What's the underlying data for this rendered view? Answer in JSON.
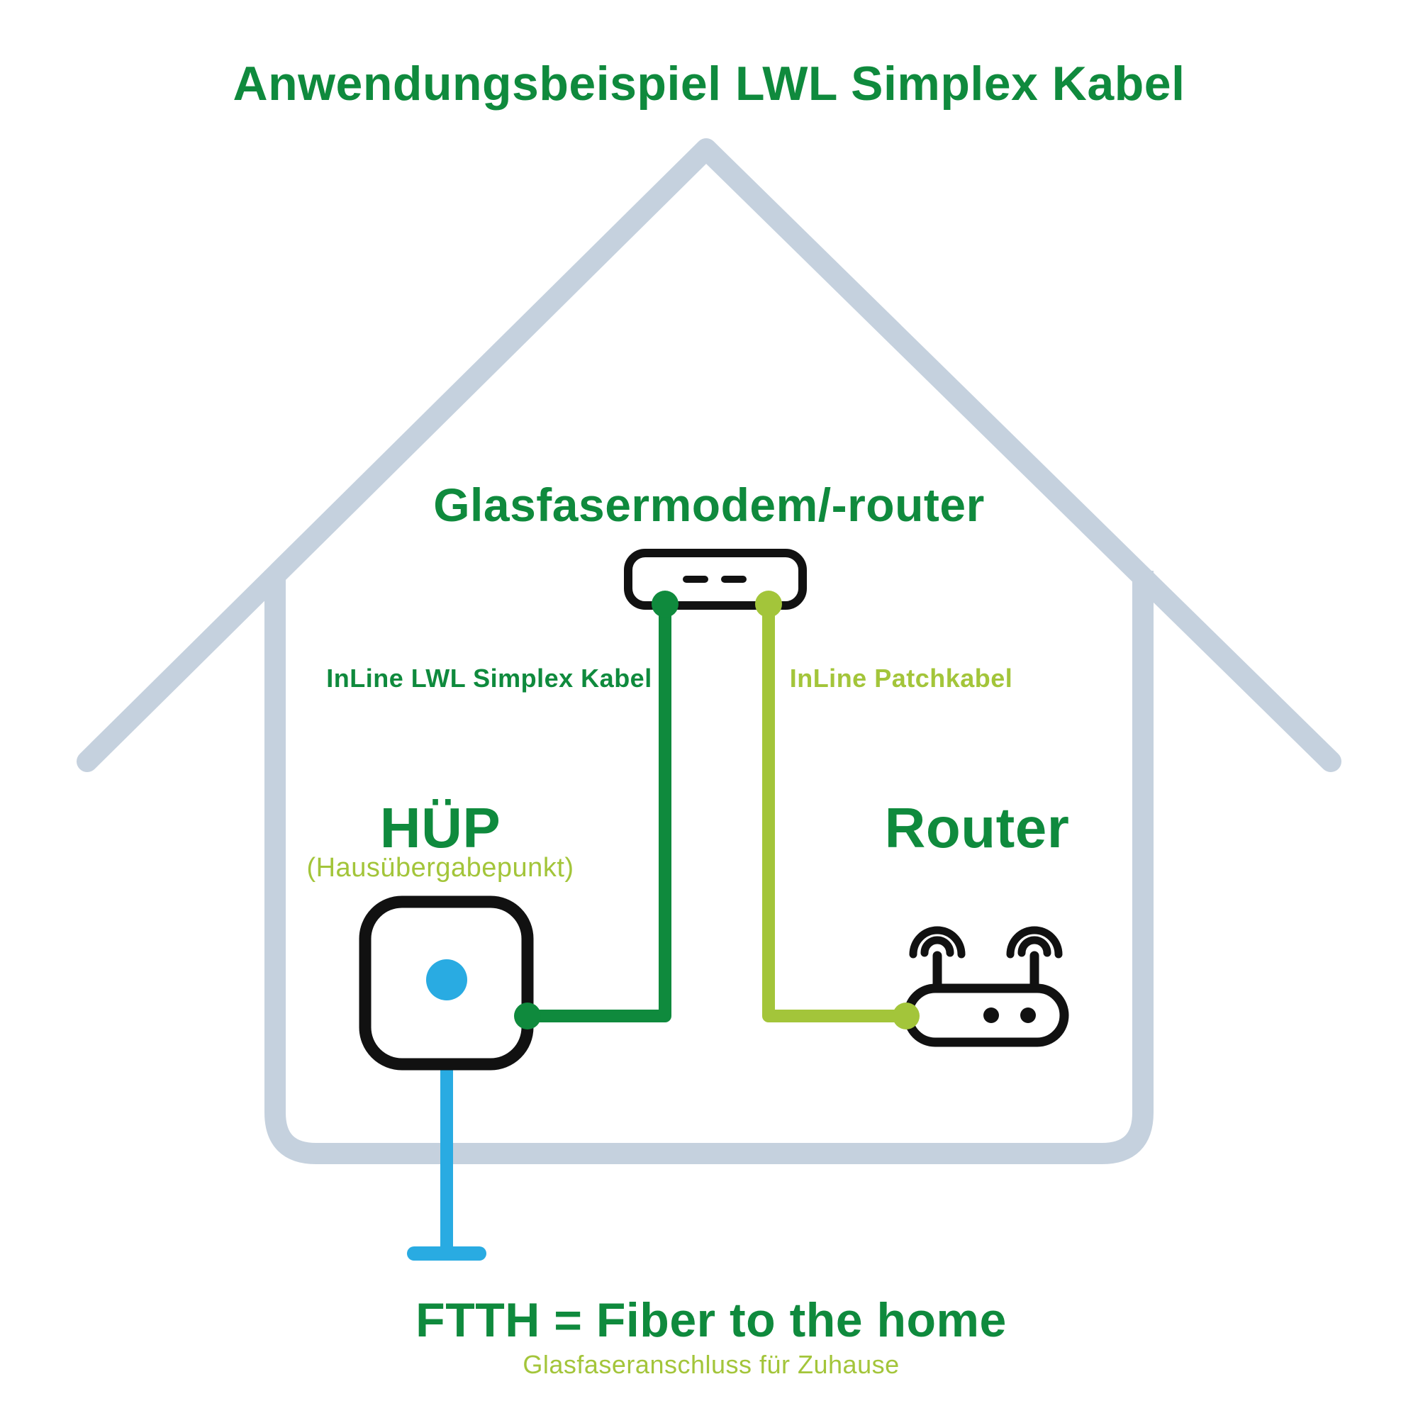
{
  "title": "Anwendungsbeispiel LWL Simplex Kabel",
  "modem": {
    "label": "Glasfasermodem/-router"
  },
  "cables": {
    "simplex": {
      "label": "InLine LWL Simplex Kabel"
    },
    "patch": {
      "label": "InLine Patchkabel"
    }
  },
  "huep": {
    "label": "HÜP",
    "sublabel": "(Hausübergabepunkt)"
  },
  "router": {
    "label": "Router"
  },
  "ftth": {
    "label": "FTTH = Fiber to the home",
    "sublabel": "Glasfaseranschluss für Zuhause"
  },
  "colors": {
    "dark_green": "#0f8a3d",
    "light_green": "#a3c53a",
    "blue": "#29abe2",
    "house": "#c5d1de",
    "ink": "#111111"
  }
}
